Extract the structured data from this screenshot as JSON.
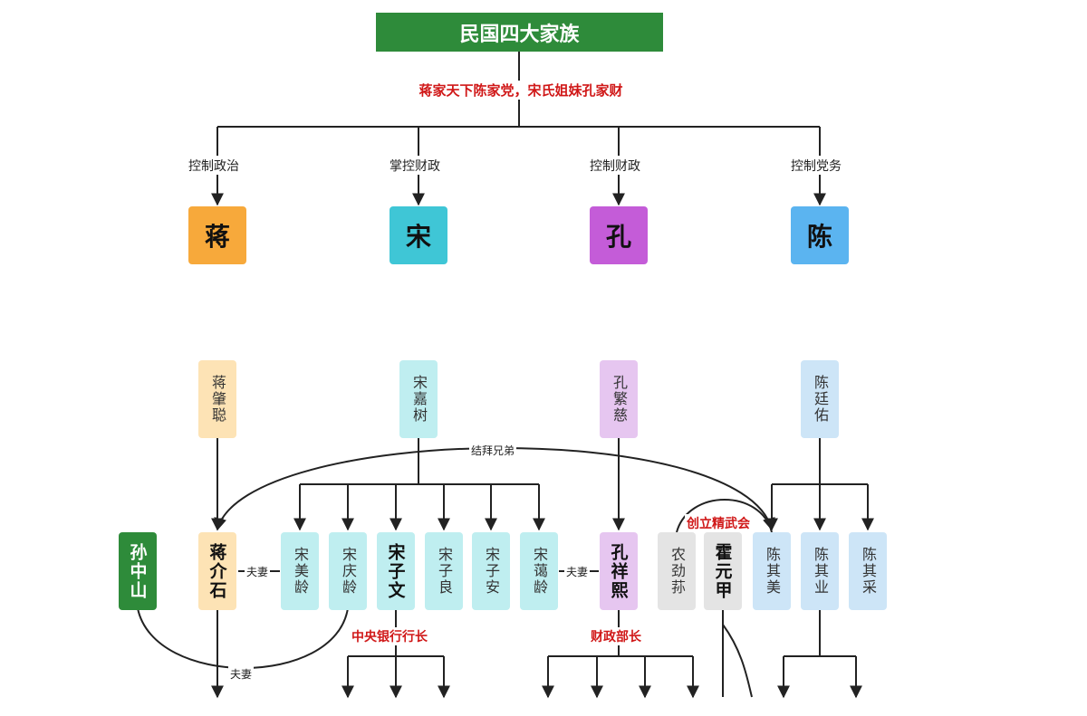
{
  "title": "民国四大家族",
  "subtitle": "蒋家天下陈家党，宋氏姐妹孔家财",
  "roles": [
    "控制政治",
    "掌控财政",
    "控制财政",
    "控制党务"
  ],
  "families": [
    {
      "name": "蒋",
      "color": "#f7a93b"
    },
    {
      "name": "宋",
      "color": "#3fc6d6"
    },
    {
      "name": "孔",
      "color": "#c45cd8"
    },
    {
      "name": "陈",
      "color": "#5bb4f0"
    }
  ],
  "elders": [
    "蒋肇聪",
    "宋嘉树",
    "孔繁慈",
    "陈廷佑"
  ],
  "people": {
    "sun": "孙中山",
    "jiang": "蒋介石",
    "song_meiling": "宋美龄",
    "song_qingling": "宋庆龄",
    "song_ziwen": "宋子文",
    "song_ziliang": "宋子良",
    "song_zian": "宋子安",
    "song_ailing": "宋蔼龄",
    "kong": "孔祥熙",
    "nong": "农劲荪",
    "huo": "霍元甲",
    "chen_qimei": "陈其美",
    "chen_qiye": "陈其业",
    "chen_qicai": "陈其采"
  },
  "relations": {
    "spouse": "夫妻",
    "sworn_brothers": "结拜兄弟",
    "jingwu": "创立精武会"
  },
  "posts": {
    "central_bank": "中央银行行长",
    "finance_minister": "财政部长"
  }
}
